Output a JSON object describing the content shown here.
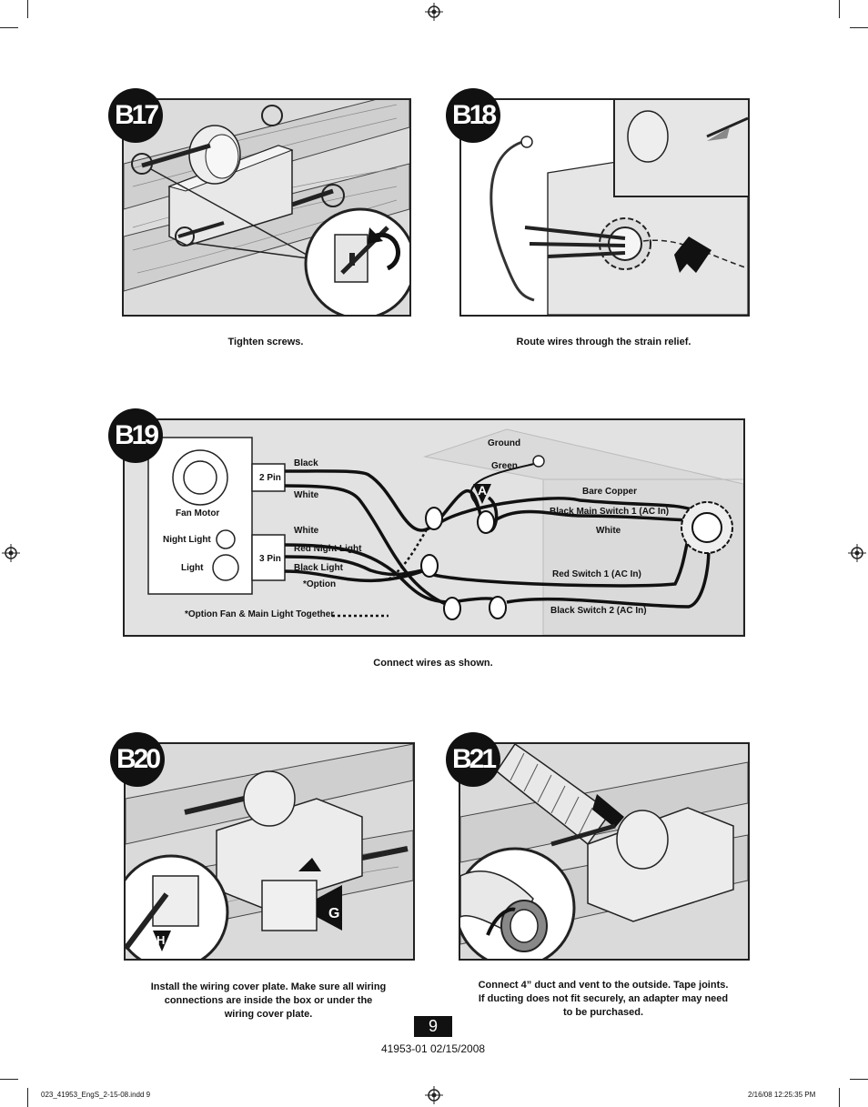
{
  "steps": {
    "b17": {
      "badge": "B17",
      "caption": "Tighten screws."
    },
    "b18": {
      "badge": "B18",
      "caption": "Route wires through the strain relief."
    },
    "b19": {
      "badge": "B19",
      "caption": "Connect wires as shown.",
      "labels": {
        "fan_motor": "Fan Motor",
        "night_light": "Night Light",
        "light": "Light",
        "pin2": "2 Pin",
        "pin3": "3 Pin",
        "black_top": "Black",
        "white_top": "White",
        "white_mid": "White",
        "red_night_light": "Red  Night Light",
        "black_light": "Black    Light",
        "option": "*Option",
        "option_note": "*Option Fan & Main Light Together",
        "ground": "Ground",
        "green": "Green",
        "callout_a": "A",
        "bare_copper": "Bare Copper",
        "black_main_switch": "Black    Main Switch 1 (AC In)",
        "white_right": "White",
        "red_switch1": "Red    Switch 1 (AC In)",
        "black_switch2": "Black    Switch 2 (AC In)"
      }
    },
    "b20": {
      "badge": "B20",
      "callout_g": "G",
      "callout_h": "H",
      "caption_lines": [
        "Install the wiring cover plate. Make sure all wiring",
        "connections are inside the box or under the",
        "wiring cover plate."
      ]
    },
    "b21": {
      "badge": "B21",
      "caption_lines": [
        "Connect 4” duct and vent to the outside. Tape joints.",
        "If ducting does not fit securely, an adapter may need",
        "to be purchased."
      ]
    }
  },
  "page_number": "9",
  "doc_id": "41953-01  02/15/2008",
  "footer": {
    "left": "023_41953_EngS_2-15-08.indd   9",
    "right": "2/16/08   12:25:35 PM"
  },
  "icons": [
    "registration-mark-icon",
    "crop-mark-icon",
    "wire-nut-icon",
    "rotate-arrow-icon",
    "push-arrow-icon"
  ]
}
